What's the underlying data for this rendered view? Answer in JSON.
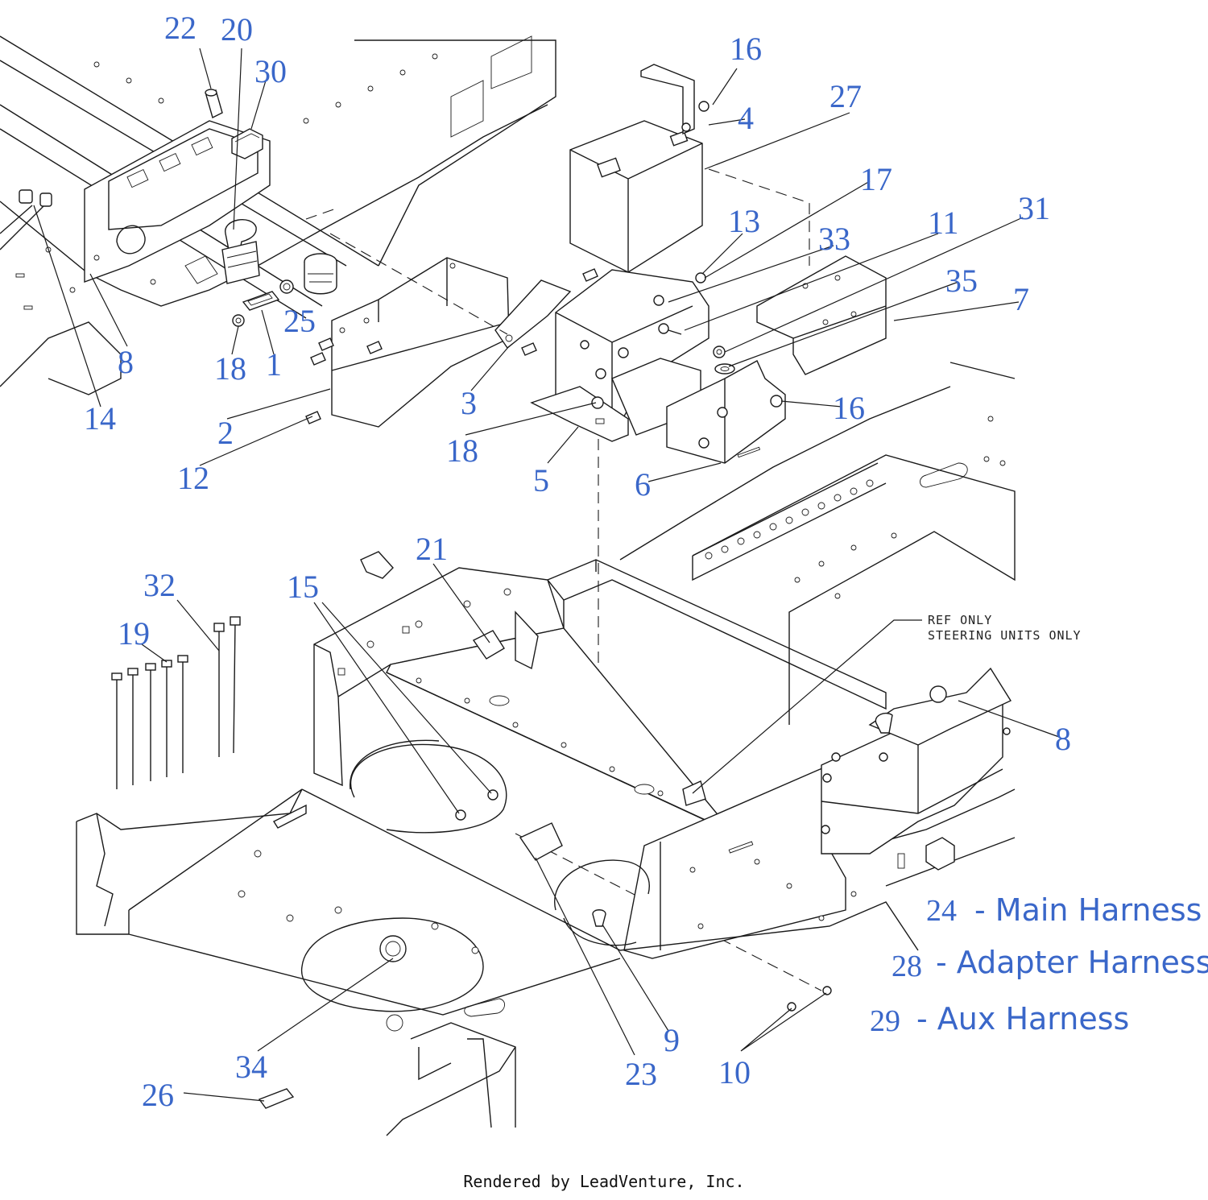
{
  "callouts": [
    "22",
    "20",
    "30",
    "16",
    "4",
    "27",
    "17",
    "13",
    "33",
    "11",
    "31",
    "35",
    "7",
    "8",
    "14",
    "18",
    "1",
    "25",
    "2",
    "12",
    "3",
    "18",
    "5",
    "16",
    "6",
    "21",
    "15",
    "32",
    "19",
    "8",
    "34",
    "26",
    "23",
    "9",
    "10"
  ],
  "ref_note": [
    "REF ONLY",
    "STEERING UNITS ONLY"
  ],
  "legend": [
    {
      "number": "24",
      "label": "- Main Harness"
    },
    {
      "number": "28",
      "label": "- Adapter Harness"
    },
    {
      "number": "29",
      "label": "- Aux Harness"
    }
  ],
  "footer": "Rendered by LeadVenture, Inc.",
  "colors": {
    "callout": "#3a67c9",
    "line": "#1a1a1a"
  }
}
